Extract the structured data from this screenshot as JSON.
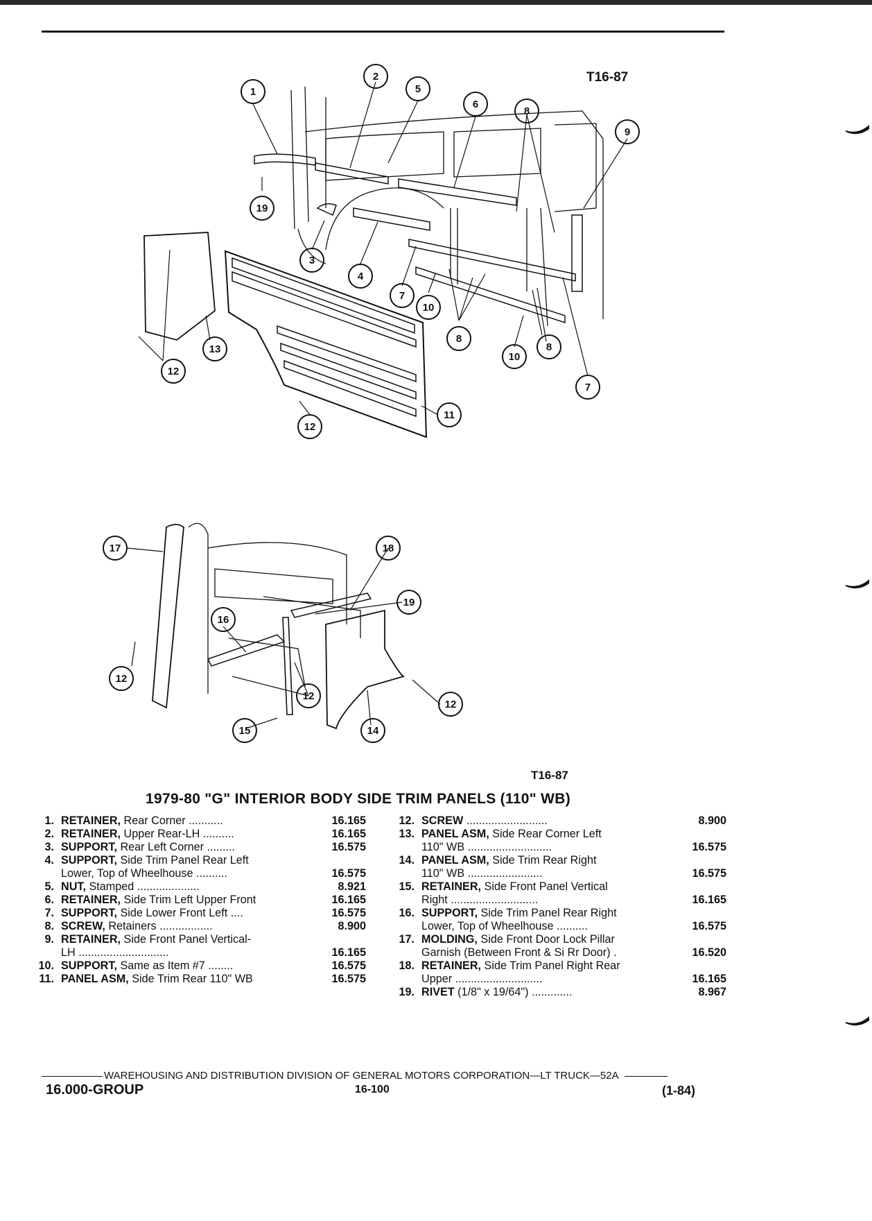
{
  "ref_top": "T16-87",
  "ref_bottom": "T16-87",
  "title": "1979-80 \"G\" INTERIOR BODY SIDE TRIM PANELS (110\" WB)",
  "callouts": [
    "1",
    "2",
    "3",
    "4",
    "5",
    "6",
    "7",
    "8",
    "9",
    "10",
    "11",
    "12",
    "13",
    "14",
    "15",
    "16",
    "17",
    "18",
    "19"
  ],
  "parts_left": [
    {
      "num": "1.",
      "name": "RETAINER,",
      "desc": " Rear Corner ...........",
      "code": "16.165"
    },
    {
      "num": "2.",
      "name": "RETAINER,",
      "desc": " Upper Rear-LH ..........",
      "code": "16.165"
    },
    {
      "num": "3.",
      "name": "SUPPORT,",
      "desc": " Rear Left Corner .........",
      "code": "16.575"
    },
    {
      "num": "4.",
      "name": "SUPPORT,",
      "desc": " Side Trim Panel Rear Left",
      "code": ""
    },
    {
      "num": "",
      "name": "",
      "desc": "Lower, Top of Wheelhouse ..........",
      "code": "16.575"
    },
    {
      "num": "5.",
      "name": "NUT,",
      "desc": " Stamped ....................",
      "code": "8.921"
    },
    {
      "num": "6.",
      "name": "RETAINER,",
      "desc": " Side Trim Left Upper Front",
      "code": "16.165"
    },
    {
      "num": "7.",
      "name": "SUPPORT,",
      "desc": " Side Lower Front Left ....",
      "code": "16.575"
    },
    {
      "num": "8.",
      "name": "SCREW,",
      "desc": " Retainers .................",
      "code": "8.900"
    },
    {
      "num": "9.",
      "name": "RETAINER,",
      "desc": " Side Front Panel Vertical-",
      "code": ""
    },
    {
      "num": "",
      "name": "",
      "desc": "LH .............................",
      "code": "16.165"
    },
    {
      "num": "10.",
      "name": "SUPPORT,",
      "desc": " Same as Item #7 ........",
      "code": "16.575"
    },
    {
      "num": "11.",
      "name": "PANEL ASM,",
      "desc": " Side Trim Rear 110\" WB",
      "code": "16.575"
    }
  ],
  "parts_right": [
    {
      "num": "12.",
      "name": "SCREW",
      "desc": " ..........................",
      "code": "8.900"
    },
    {
      "num": "13.",
      "name": "PANEL ASM,",
      "desc": " Side Rear Corner Left",
      "code": ""
    },
    {
      "num": "",
      "name": "",
      "desc": "110\" WB ...........................",
      "code": "16.575"
    },
    {
      "num": "14.",
      "name": "PANEL ASM,",
      "desc": " Side Trim Rear Right",
      "code": ""
    },
    {
      "num": "",
      "name": "",
      "desc": "110\" WB ........................",
      "code": "16.575"
    },
    {
      "num": "15.",
      "name": "RETAINER,",
      "desc": " Side Front Panel Vertical",
      "code": ""
    },
    {
      "num": "",
      "name": "",
      "desc": "Right ............................",
      "code": "16.165"
    },
    {
      "num": "16.",
      "name": "SUPPORT,",
      "desc": " Side Trim Panel Rear Right",
      "code": ""
    },
    {
      "num": "",
      "name": "",
      "desc": "Lower, Top of Wheelhouse ..........",
      "code": "16.575"
    },
    {
      "num": "17.",
      "name": "MOLDING,",
      "desc": " Side Front Door Lock Pillar",
      "code": ""
    },
    {
      "num": "",
      "name": "",
      "desc": "Garnish (Between Front & Si Rr Door) .",
      "code": "16.520"
    },
    {
      "num": "18.",
      "name": "RETAINER,",
      "desc": " Side Trim Panel Right Rear",
      "code": ""
    },
    {
      "num": "",
      "name": "",
      "desc": "Upper ............................",
      "code": "16.165"
    },
    {
      "num": "19.",
      "name": "RIVET",
      "desc": " (1/8\" x 19/64\") .............",
      "code": "8.967"
    }
  ],
  "footer": {
    "division": "WAREHOUSING AND DISTRIBUTION DIVISION OF GENERAL MOTORS CORPORATION—LT TRUCK—52A",
    "group": "16.000-GROUP",
    "page": "16-100",
    "date": "(1-84)"
  }
}
